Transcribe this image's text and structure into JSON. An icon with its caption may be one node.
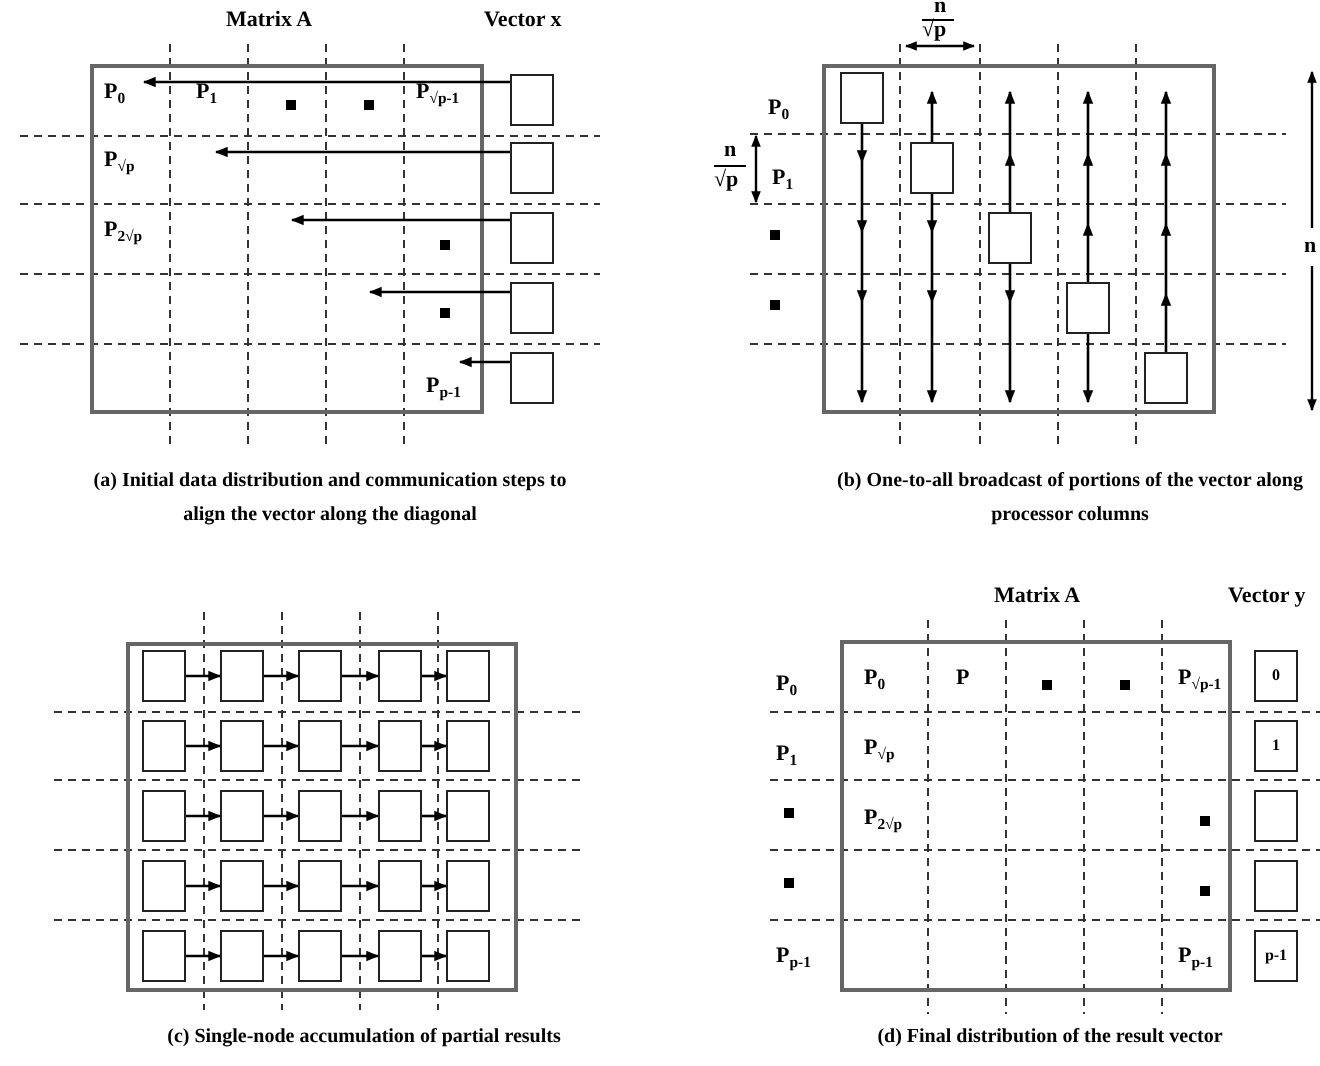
{
  "diagram": {
    "nodes": [
      {
        "text": [],
        "shape": "box"
      },
      {
        "text": [],
        "shape": "box"
      },
      {
        "text": [],
        "shape": "box"
      },
      {
        "text": [],
        "shape": "box"
      },
      {
        "text": [],
        "shape": "box"
      },
      {
        "text": [],
        "shape": "box"
      },
      {
        "text": [],
        "shape": "box"
      },
      {
        "text": [],
        "shape": "box",
        "in": 6
      },
      {
        "text": [],
        "shape": "box",
        "in": 6
      },
      {
        "text": [],
        "shape": "box",
        "in": 6
      },
      {
        "text": [],
        "shape": "box",
        "in": 6
      },
      {
        "text": [],
        "shape": "box",
        "in": 6
      },
      {
        "text": [],
        "shape": "box"
      },
      {
        "text": [],
        "shape": "box",
        "in": 12
      },
      {
        "text": [],
        "shape": "box",
        "in": 12
      },
      {
        "text": [],
        "shape": "box",
        "in": 12
      },
      {
        "text": [],
        "shape": "box",
        "in": 12
      },
      {
        "text": [],
        "shape": "box",
        "in": 12
      },
      {
        "text": [],
        "shape": "box",
        "in": 12
      },
      {
        "text": [],
        "shape": "box",
        "in": 12
      },
      {
        "text": [],
        "shape": "box",
        "in": 12
      },
      {
        "text": [],
        "shape": "box",
        "in": 12
      },
      {
        "text": [],
        "shape": "box",
        "in": 12
      },
      {
        "text": [],
        "shape": "box",
        "in": 12
      },
      {
        "text": [],
        "shape": "box",
        "in": 12
      },
      {
        "text": [],
        "shape": "box",
        "in": 12
      },
      {
        "text": [],
        "shape": "box",
        "in": 12
      },
      {
        "text": [],
        "shape": "box",
        "in": 12
      },
      {
        "text": [],
        "shape": "box",
        "in": 12
      },
      {
        "text": [],
        "shape": "box",
        "in": 12
      },
      {
        "text": [],
        "shape": "box",
        "in": 12
      },
      {
        "text": [],
        "shape": "box",
        "in": 12
      },
      {
        "text": [],
        "shape": "box",
        "in": 12
      },
      {
        "text": [],
        "shape": "box",
        "in": 12
      },
      {
        "text": [],
        "shape": "box",
        "in": 12
      },
      {
        "text": [],
        "shape": "box",
        "in": 12
      },
      {
        "text": [],
        "shape": "box",
        "in": 12
      },
      {
        "text": [],
        "shape": "box",
        "in": 12
      },
      {
        "text": [],
        "shape": "box"
      },
      {
        "text": [
          "0"
        ]
      },
      {
        "text": [
          "1"
        ]
      },
      {
        "text": [],
        "shape": "box"
      },
      {
        "text": [],
        "shape": "box"
      },
      {
        "text": [
          "p-1"
        ]
      }
    ],
    "edges": [
      {
        "from": 1,
        "to": 0,
        "arrow": "to"
      },
      {
        "from": 2,
        "to": 0,
        "arrow": "to"
      },
      {
        "from": 3,
        "to": 0,
        "arrow": "to"
      },
      {
        "from": 4,
        "to": 0,
        "arrow": "to"
      },
      {
        "from": 5,
        "to": 0,
        "arrow": "to"
      },
      {
        "from": 7,
        "to": null,
        "arrow": "to"
      },
      {
        "from": 8,
        "to": null,
        "arrow": "to"
      },
      {
        "from": 9,
        "to": null,
        "arrow": "to"
      },
      {
        "from": 10,
        "to": null,
        "arrow": "to"
      },
      {
        "from": 8,
        "to": null,
        "arrow": "to"
      },
      {
        "from": 9,
        "to": null,
        "arrow": "to"
      },
      {
        "from": 10,
        "to": null,
        "arrow": "to"
      },
      {
        "from": 11,
        "to": null,
        "arrow": "to"
      },
      {
        "from": 13,
        "to": 14,
        "arrow": "to"
      },
      {
        "from": 14,
        "to": 15,
        "arrow": "to"
      },
      {
        "from": 15,
        "to": 16,
        "arrow": "to"
      },
      {
        "from": 16,
        "to": 17,
        "arrow": "to"
      },
      {
        "from": 18,
        "to": 19,
        "arrow": "to"
      },
      {
        "from": 19,
        "to": 20,
        "arrow": "to"
      },
      {
        "from": 20,
        "to": 21,
        "arrow": "to"
      },
      {
        "from": 21,
        "to": 22,
        "arrow": "to"
      },
      {
        "from": 23,
        "to": 24,
        "arrow": "to"
      },
      {
        "from": 24,
        "to": 25,
        "arrow": "to"
      },
      {
        "from": 25,
        "to": 26,
        "arrow": "to"
      },
      {
        "from": 26,
        "to": 27,
        "arrow": "to"
      },
      {
        "from": 28,
        "to": 29,
        "arrow": "to"
      },
      {
        "from": 29,
        "to": 30,
        "arrow": "to"
      },
      {
        "from": 30,
        "to": 31,
        "arrow": "to"
      },
      {
        "from": 31,
        "to": 32,
        "arrow": "to"
      },
      {
        "from": 33,
        "to": 34,
        "arrow": "to"
      },
      {
        "from": 34,
        "to": 35,
        "arrow": "to"
      },
      {
        "from": 35,
        "to": 36,
        "arrow": "to"
      },
      {
        "from": 36,
        "to": 37,
        "arrow": "to"
      }
    ],
    "labels": [
      "Matrix A",
      "Vector x",
      "P$_{0}$",
      "P$_{1}$",
      "P$_{√p-1}$",
      "P$_{√p}$",
      "P$_{2√p}$",
      "P$_{p-1}$",
      "(a) Initial data distribution and communication steps to align the vector along the diagonal",
      "n",
      "√p",
      "P$_{0}$",
      "n",
      "√p",
      "P$_{1}$",
      "n",
      "(b) One-to-all broadcast of portions of the vector along processor columns",
      "(c) Single-node accumulation of partial results",
      "Matrix A",
      "Vector y",
      "P$_{0}$",
      "P$_{0}$",
      "P",
      "P$_{√p-1}$",
      "P$_{1}$",
      "P$_{√p}$",
      "P$_{2√p}$",
      "P$_{p-1}$",
      "P$_{p-1}$",
      "(d) Final distribution of the result vector"
    ]
  }
}
